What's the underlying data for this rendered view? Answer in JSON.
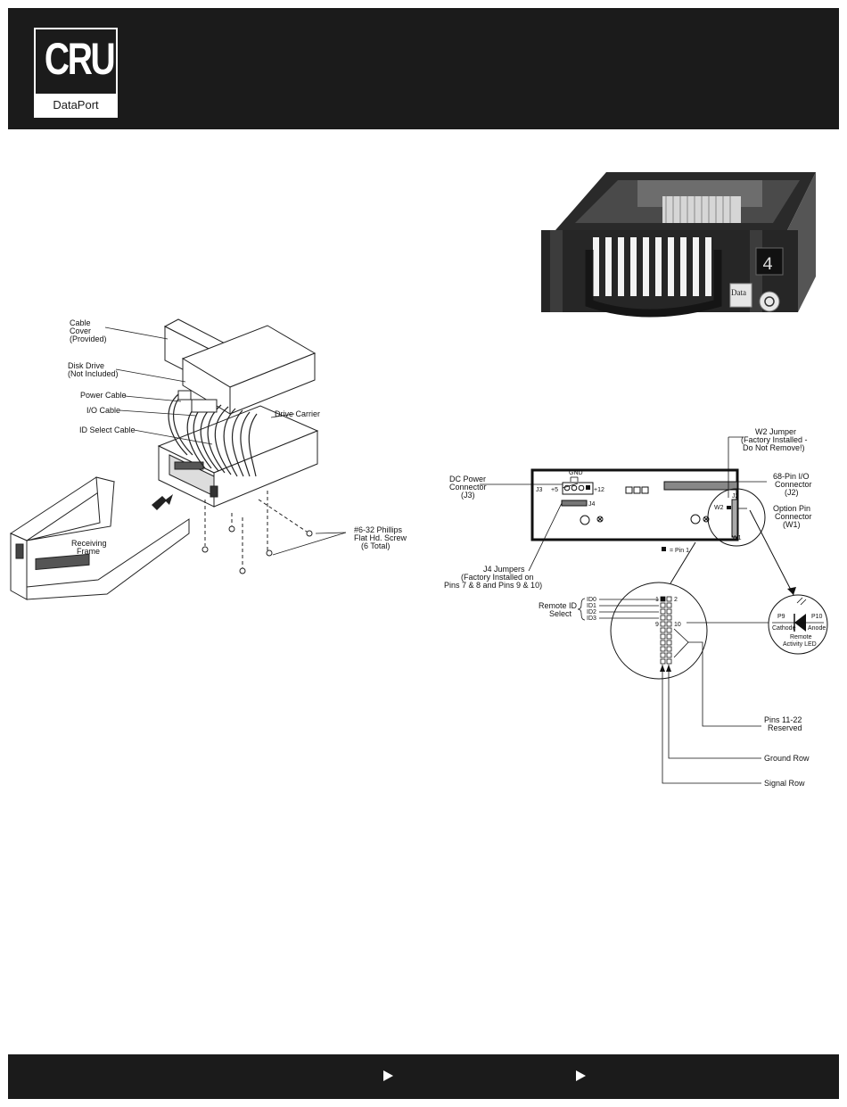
{
  "header": {
    "logo_main": "CRU",
    "logo_sub": "DataPort"
  },
  "product_photo": {
    "bay_number": "4",
    "badge_text": "Data"
  },
  "assembly": {
    "cable_cover": [
      "Cable",
      "Cover",
      "(Provided)"
    ],
    "disk_drive": [
      "Disk Drive",
      "(Not Included)"
    ],
    "power_cable": "Power Cable",
    "io_cable": "I/O Cable",
    "id_select_cable": "ID Select Cable",
    "drive_carrier": "Drive Carrier",
    "receiving_frame": [
      "Receiving",
      "Frame"
    ],
    "screw": [
      "#6-32 Phillips",
      "Flat Hd. Screw",
      "(6 Total)"
    ]
  },
  "board": {
    "w2_jumper": [
      "W2 Jumper",
      "(Factory Installed -",
      "Do Not Remove!)"
    ],
    "io_connector": [
      "68-Pin I/O",
      "Connector",
      "(J2)"
    ],
    "dc_power": [
      "DC Power",
      "Connector",
      "(J3)"
    ],
    "gnd": "GND",
    "j3": "J3",
    "plus5": "+5",
    "plus12": "+12",
    "j4": "J4",
    "w2": "W2",
    "j2": "J2",
    "w1": "W1",
    "option_pin": [
      "Option Pin",
      "Connector",
      "(W1)"
    ],
    "pin1_legend": "= Pin 1",
    "j4_jumpers": [
      "J4 Jumpers",
      "(Factory Installed on",
      "Pins 7 & 8 and Pins 9 & 10)"
    ]
  },
  "detail": {
    "remote_id": [
      "Remote ID",
      "Select"
    ],
    "ids": [
      "ID0",
      "ID1",
      "ID2",
      "ID3"
    ],
    "pin_1": "1",
    "pin_2": "2",
    "pin_9": "9",
    "pin_10": "10",
    "pins_reserved": [
      "Pins 11-22",
      "Reserved"
    ],
    "ground_row": "Ground Row",
    "signal_row": "Signal Row"
  },
  "led": {
    "p9": "P9",
    "p10": "P10",
    "cathode": "Cathode",
    "anode": "Anode",
    "label": [
      "Remote",
      "Activity LED"
    ]
  }
}
